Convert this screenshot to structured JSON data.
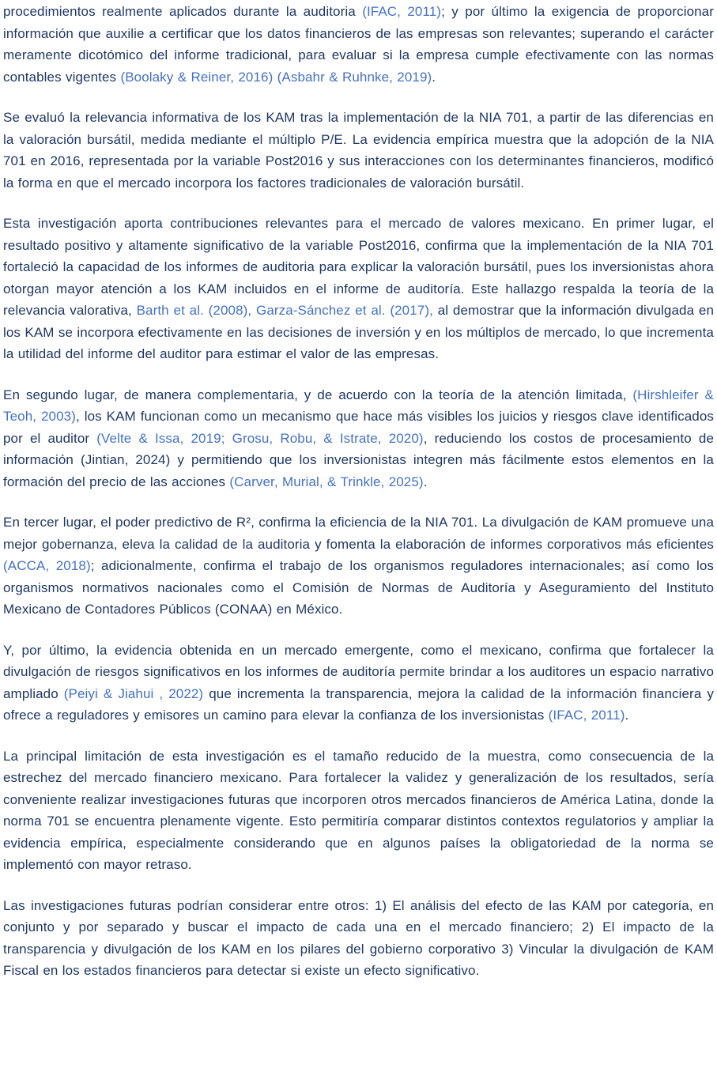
{
  "colors": {
    "background": "#FFFFFF",
    "body_text": "#1F3864",
    "citation": "#4472C4"
  },
  "document": {
    "paragraphs": [
      {
        "runs": [
          {
            "type": "body",
            "text": "procedimientos realmente aplicados durante la auditoria "
          },
          {
            "type": "cite",
            "text": "(IFAC, 2011)"
          },
          {
            "type": "body",
            "text": ";  y por último la exigencia de proporcionar información que auxilie a certificar que los datos financieros de las empresas son relevantes; superando el carácter meramente dicotómico del informe tradicional, para evaluar si la empresa cumple efectivamente con las normas contables vigentes "
          },
          {
            "type": "cite",
            "text": "(Boolaky & Reiner, 2016) (Asbahr & Ruhnke, 2019)"
          },
          {
            "type": "body",
            "text": "."
          }
        ]
      },
      {
        "runs": [
          {
            "type": "body",
            "text": "Se evaluó la relevancia informativa de los KAM tras la implementación de la NIA 701, a partir de las diferencias en la valoración bursátil, medida mediante el múltiplo P/E. La evidencia empírica muestra que la adopción de la NIA 701 en 2016, representada por la variable Post2016 y sus interacciones con los determinantes financieros, modificó la forma en que el mercado incorpora los factores tradicionales de valoración bursátil."
          }
        ]
      },
      {
        "runs": [
          {
            "type": "body",
            "text": "Esta investigación aporta contribuciones relevantes para el mercado de valores mexicano. En primer lugar, el resultado positivo y altamente significativo de la variable Post2016, confirma que la implementación de la NIA 701 fortaleció la capacidad de los informes de auditoria para explicar la valoración bursátil, pues los inversionistas ahora otorgan mayor atención a los KAM incluidos en el informe de auditoría. Este hallazgo respalda la teoría de la relevancia valorativa, "
          },
          {
            "type": "cite",
            "text": "Barth et al. (2008), Garza-Sánchez et al. (2017),"
          },
          {
            "type": "body",
            "text": " al demostrar que la información divulgada en los KAM se incorpora efectivamente en las decisiones de inversión y en los múltiplos de mercado, lo que incrementa la utilidad del informe del auditor para estimar el valor de las empresas."
          }
        ]
      },
      {
        "runs": [
          {
            "type": "body",
            "text": "En segundo lugar, de manera complementaria, y de acuerdo con la teoría de la atención limitada, "
          },
          {
            "type": "cite",
            "text": "(Hirshleifer & Teoh, 2003)"
          },
          {
            "type": "body",
            "text": ", los KAM funcionan como un mecanismo que hace más visibles los juicios y riesgos clave identificados por el auditor "
          },
          {
            "type": "cite",
            "text": "(Velte & Issa, 2019; Grosu, Robu, & Istrate, 2020)"
          },
          {
            "type": "body",
            "text": ", reduciendo los costos de procesamiento de información (Jintian, 2024) y permitiendo que los inversionistas integren más fácilmente estos elementos en la formación del precio de las acciones "
          },
          {
            "type": "cite",
            "text": "(Carver, Murial, & Trinkle, 2025)"
          },
          {
            "type": "body",
            "text": "."
          }
        ]
      },
      {
        "runs": [
          {
            "type": "body",
            "text": "En tercer lugar, el poder predictivo de R², confirma la eficiencia de la NIA 701. La divulgación de KAM promueve una mejor gobernanza, eleva la calidad de la auditoria y fomenta la elaboración de informes corporativos más eficientes "
          },
          {
            "type": "cite",
            "text": "(ACCA, 2018)"
          },
          {
            "type": "body",
            "text": "; adicionalmente, confirma el trabajo de los organismos reguladores internacionales; así como los organismos normativos nacionales como el Comisión de Normas de Auditoría y Aseguramiento del Instituto Mexicano de Contadores Públicos (CONAA) en México."
          }
        ]
      },
      {
        "runs": [
          {
            "type": "body",
            "text": "Y, por último, la evidencia obtenida en un mercado emergente, como el mexicano,  confirma que fortalecer la divulgación de riesgos significativos en los informes de auditoría permite brindar a los auditores un espacio narrativo ampliado "
          },
          {
            "type": "cite",
            "text": "(Peiyi & Jiahui , 2022)"
          },
          {
            "type": "body",
            "text": " que incrementa la transparencia, mejora la calidad de la información financiera y ofrece a reguladores y emisores un camino para elevar la confianza de los inversionistas "
          },
          {
            "type": "cite",
            "text": "(IFAC, 2011)"
          },
          {
            "type": "body",
            "text": "."
          }
        ]
      },
      {
        "runs": [
          {
            "type": "body",
            "text": "La principal limitación de esta investigación es el tamaño reducido de la muestra, como consecuencia de la estrechez del mercado financiero mexicano. Para fortalecer la validez y generalización de los resultados, sería conveniente realizar investigaciones futuras que incorporen otros mercados financieros de América Latina, donde la norma 701 se encuentra plenamente vigente. Esto permitiría comparar distintos contextos regulatorios y ampliar la evidencia empírica, especialmente considerando que en algunos países la obligatoriedad de la norma se implementó con mayor retraso."
          }
        ]
      },
      {
        "runs": [
          {
            "type": "body",
            "text": "Las investigaciones futuras podrían considerar entre otros: 1) El análisis del efecto de las KAM por categoría, en conjunto y por separado y buscar el impacto de cada una en el mercado financiero; 2) El impacto de la transparencia y divulgación de los KAM en los pilares del gobierno corporativo 3) Vincular la divulgación de KAM Fiscal en los estados financieros para detectar si existe un efecto significativo."
          }
        ]
      }
    ]
  }
}
